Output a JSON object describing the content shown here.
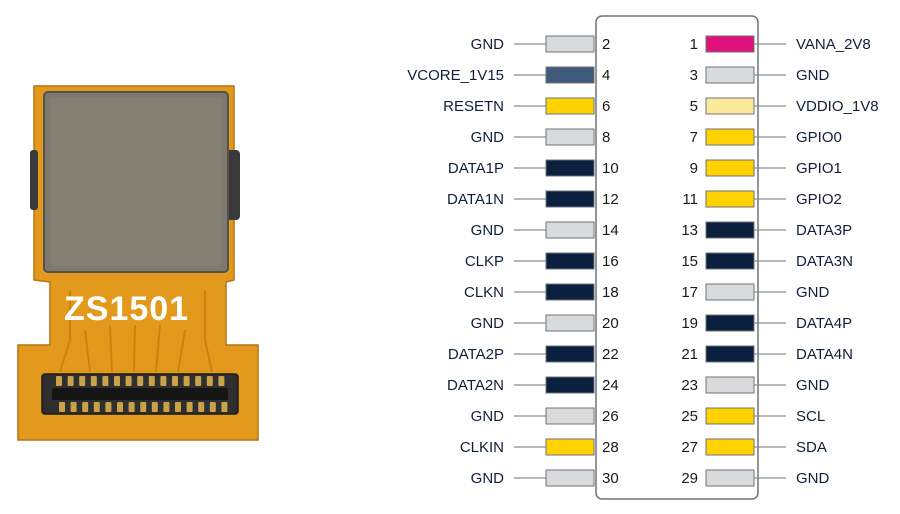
{
  "module": {
    "label": "ZS1501"
  },
  "colors": {
    "gnd": "#d9dadb",
    "power_core": "#3f5a7a",
    "power_ana": "#e0117a",
    "power_io": "#fde99a",
    "gpio": "#ffd200",
    "data": "#0b1f3f",
    "flex": "#e39a1c",
    "shield": "#7e7a70",
    "connector": "#2f2f2f"
  },
  "left_pins": [
    {
      "num": "2",
      "label": "GND",
      "type": "gnd"
    },
    {
      "num": "4",
      "label": "VCORE_1V15",
      "type": "power_core"
    },
    {
      "num": "6",
      "label": "RESETN",
      "type": "gpio"
    },
    {
      "num": "8",
      "label": "GND",
      "type": "gnd"
    },
    {
      "num": "10",
      "label": "DATA1P",
      "type": "data"
    },
    {
      "num": "12",
      "label": "DATA1N",
      "type": "data"
    },
    {
      "num": "14",
      "label": "GND",
      "type": "gnd"
    },
    {
      "num": "16",
      "label": "CLKP",
      "type": "data"
    },
    {
      "num": "18",
      "label": "CLKN",
      "type": "data"
    },
    {
      "num": "20",
      "label": "GND",
      "type": "gnd"
    },
    {
      "num": "22",
      "label": "DATA2P",
      "type": "data"
    },
    {
      "num": "24",
      "label": "DATA2N",
      "type": "data"
    },
    {
      "num": "26",
      "label": "GND",
      "type": "gnd"
    },
    {
      "num": "28",
      "label": "CLKIN",
      "type": "gpio"
    },
    {
      "num": "30",
      "label": "GND",
      "type": "gnd"
    }
  ],
  "right_pins": [
    {
      "num": "1",
      "label": "VANA_2V8",
      "type": "power_ana"
    },
    {
      "num": "3",
      "label": "GND",
      "type": "gnd"
    },
    {
      "num": "5",
      "label": "VDDIO_1V8",
      "type": "power_io"
    },
    {
      "num": "7",
      "label": "GPIO0",
      "type": "gpio"
    },
    {
      "num": "9",
      "label": "GPIO1",
      "type": "gpio"
    },
    {
      "num": "11",
      "label": "GPIO2",
      "type": "gpio"
    },
    {
      "num": "13",
      "label": "DATA3P",
      "type": "data"
    },
    {
      "num": "15",
      "label": "DATA3N",
      "type": "data"
    },
    {
      "num": "17",
      "label": "GND",
      "type": "gnd"
    },
    {
      "num": "19",
      "label": "DATA4P",
      "type": "data"
    },
    {
      "num": "21",
      "label": "DATA4N",
      "type": "data"
    },
    {
      "num": "23",
      "label": "GND",
      "type": "gnd"
    },
    {
      "num": "25",
      "label": "SCL",
      "type": "gpio"
    },
    {
      "num": "27",
      "label": "SDA",
      "type": "gpio"
    },
    {
      "num": "29",
      "label": "GND",
      "type": "gnd"
    }
  ]
}
